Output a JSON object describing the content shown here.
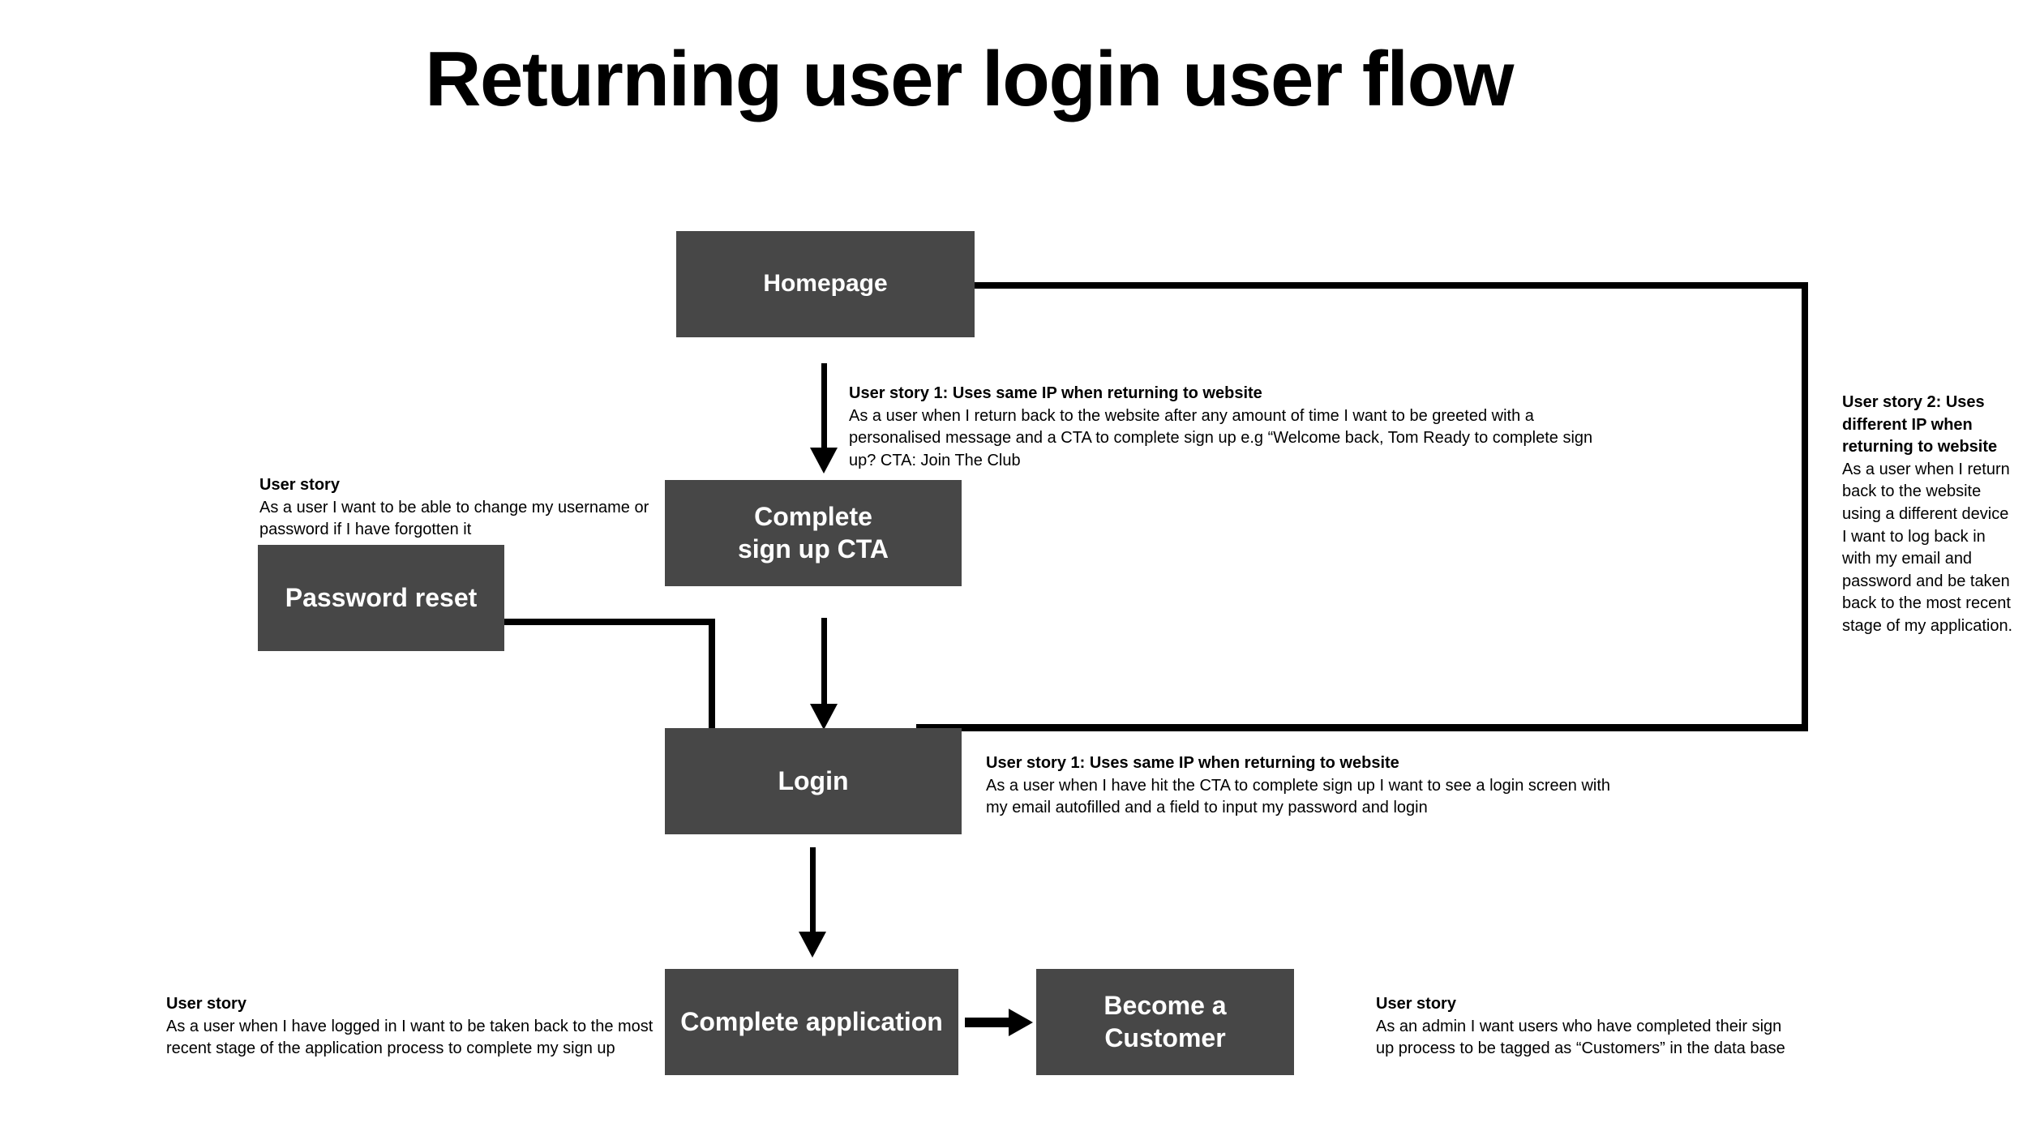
{
  "page": {
    "title": "Returning user login user flow"
  },
  "nodes": [
    {
      "id": "homepage",
      "label": "Homepage"
    },
    {
      "id": "cta",
      "label": "Complete\nsign up CTA"
    },
    {
      "id": "password-reset",
      "label": "Password reset"
    },
    {
      "id": "login",
      "label": "Login"
    },
    {
      "id": "complete-app",
      "label": "Complete application"
    },
    {
      "id": "become-customer",
      "label": "Become a\nCustomer"
    }
  ],
  "notes": [
    {
      "id": "user-story-1-homepage",
      "title": "User story 1: Uses same IP when returning to website",
      "body": "As a user when I return back to the website after any amount of time I want to be greeted with a personalised message and a CTA to complete sign up e.g  “Welcome back, Tom Ready to complete sign up? CTA: Join The Club"
    },
    {
      "id": "user-story-2-different-ip",
      "title": "User story 2: Uses different IP when returning to website",
      "body": "As a user when I return back to the website using a different device I want to log back in with my email and password and be taken back to the most recent stage of my application."
    },
    {
      "id": "user-story-password-reset",
      "title": "User story",
      "body": "As a user I want to be able to change my username or password if I have forgotten it"
    },
    {
      "id": "user-story-1-login",
      "title": "User story 1: Uses same IP  when returning to website",
      "body": "As a user when I have hit the CTA to complete sign up I want to see a login screen with my email autofilled and a field to input my password and login"
    },
    {
      "id": "user-story-complete-application",
      "title": "User story",
      "body": "As a user when I have logged in I want to be taken back to the most recent stage of the application process to complete my sign up"
    },
    {
      "id": "user-story-become-customer",
      "title": "User story",
      "body": "As an admin I want users who have completed their sign up process to be tagged as “Customers” in the data base"
    }
  ],
  "colors": {
    "node_fill": "#474747",
    "node_text": "#ffffff",
    "connector": "#000000",
    "background": "#ffffff"
  }
}
